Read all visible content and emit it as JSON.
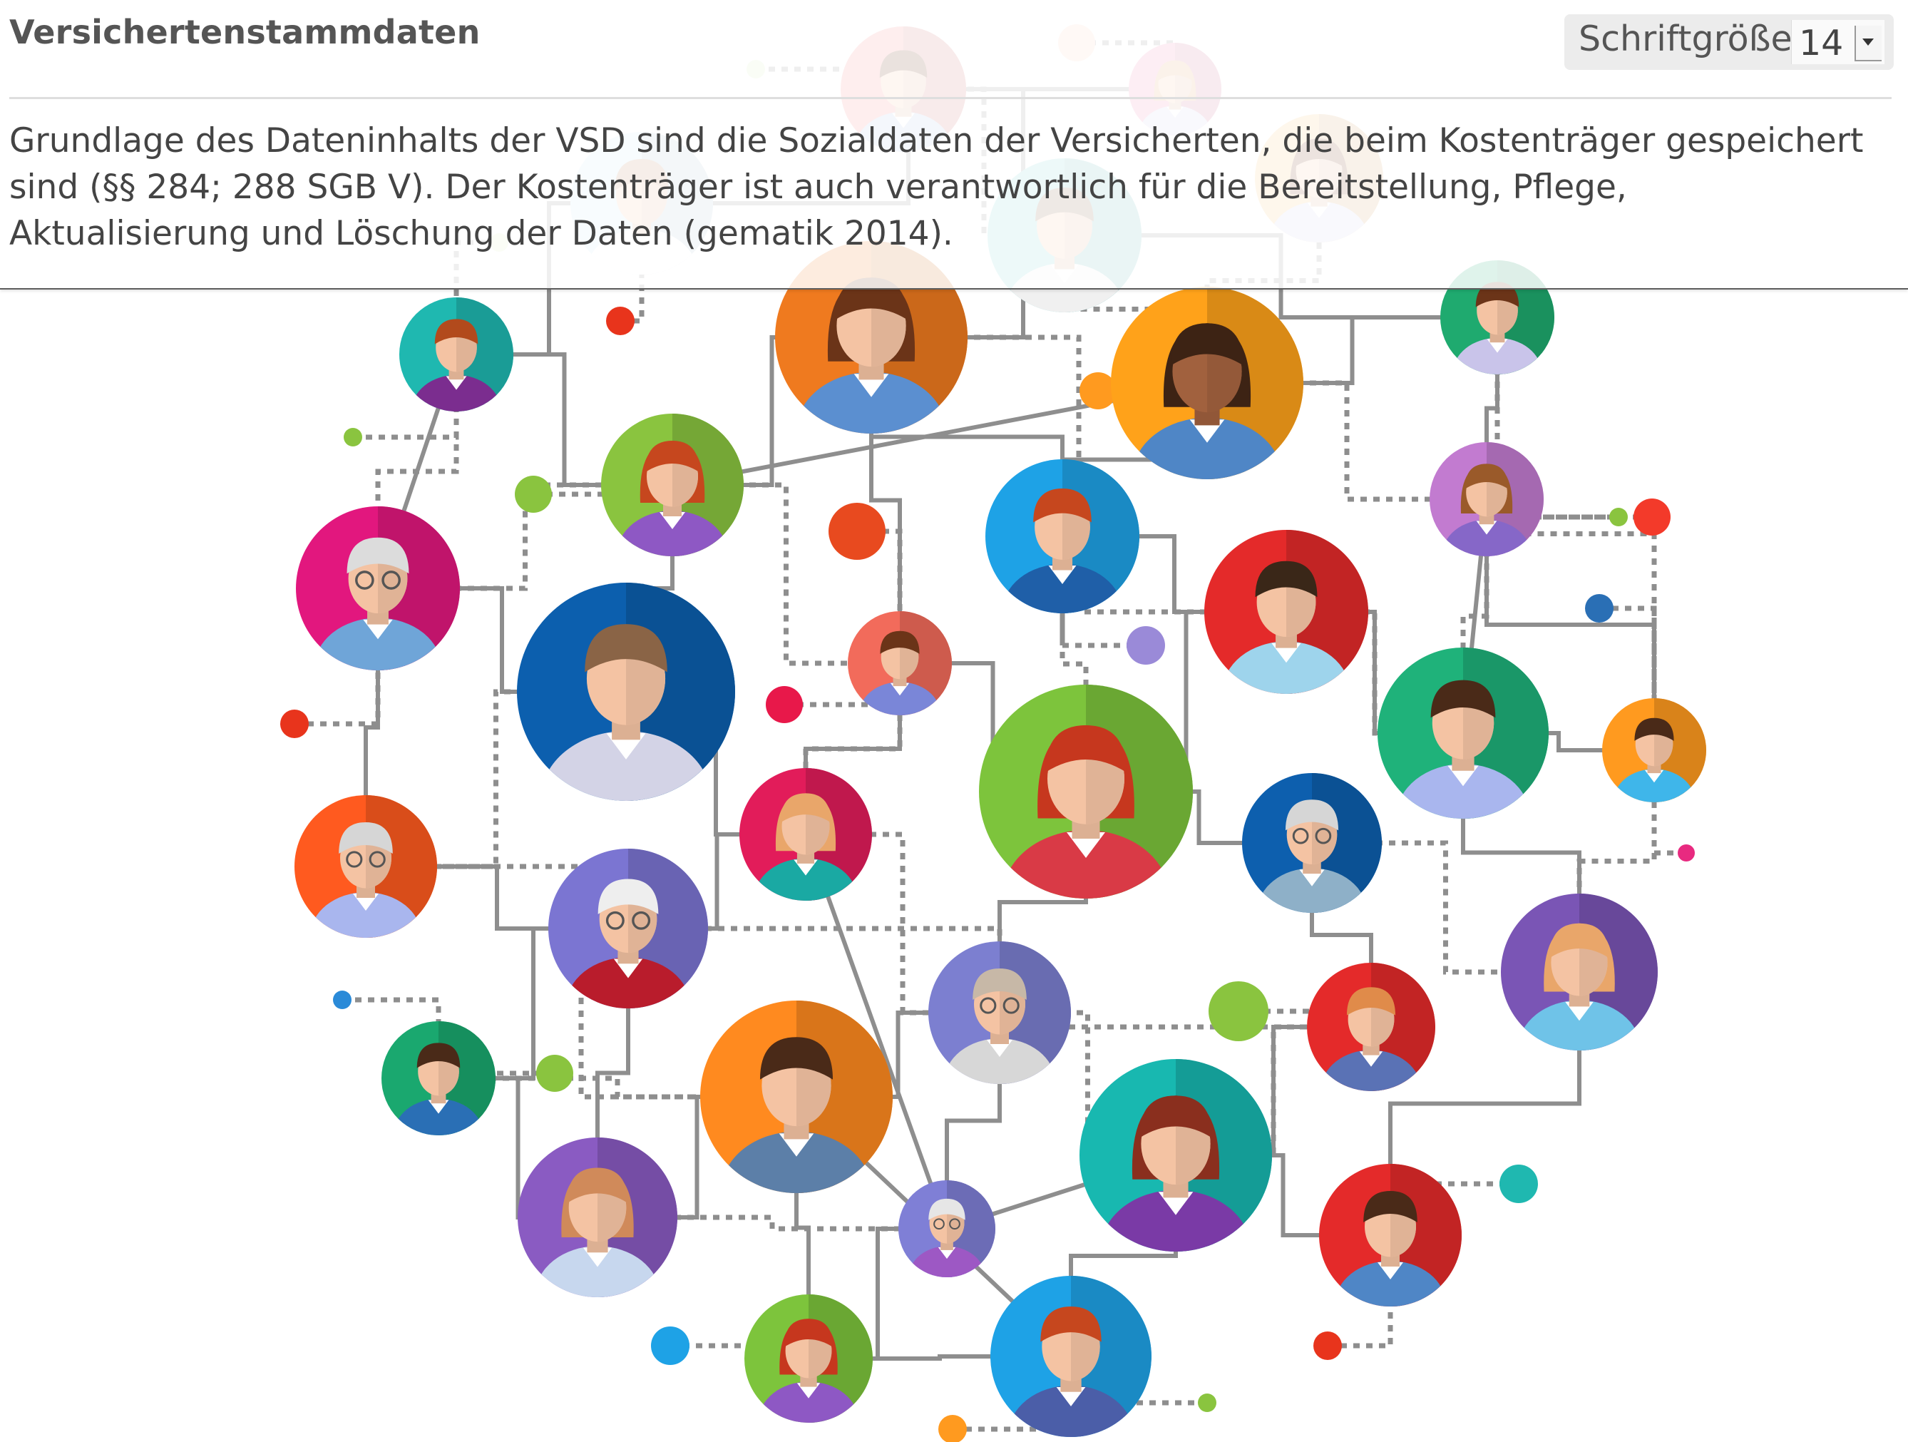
{
  "panel": {
    "title": "Versichertenstammdaten",
    "font_size_label": "Schriftgröße",
    "font_size_value": "14",
    "body_text": "Grundlage des Dateninhalts der VSD sind die Sozialdaten der Versicherten, die beim Kostenträger gespeichert sind (§§ 284; 288 SGB V). Der Kostenträger ist auch verantwortlich für die Bereitstellung, Pflege, Aktualisierung und Löschung der Daten (gematik 2014)."
  },
  "network": {
    "line_color": "#8e8e8e",
    "avatars": [
      {
        "bg": "#1fb8b0",
        "kind": "man",
        "hair": "#b24a1c",
        "shirt": "#7b2d8f"
      },
      {
        "bg": "#ef7a1f",
        "kind": "woman",
        "hair": "#6b3418",
        "shirt": "#5b8fd0"
      },
      {
        "bg": "#ffa21a",
        "kind": "woman",
        "hair": "#3d2314",
        "shirt": "#4f86c6",
        "skin": "#a1613e"
      },
      {
        "bg": "#1faa6f",
        "kind": "man",
        "hair": "#6b3418",
        "shirt": "#c9c4ea"
      },
      {
        "bg": "#8ac43f",
        "kind": "woman",
        "hair": "#c6471e",
        "shirt": "#8e58c4"
      },
      {
        "bg": "#1ea2e6",
        "kind": "man",
        "hair": "#c6471e",
        "shirt": "#1f5fa8"
      },
      {
        "bg": "#c27bd0",
        "kind": "woman",
        "hair": "#9a5a2a",
        "shirt": "#8667c8"
      },
      {
        "bg": "#e2177e",
        "kind": "elder",
        "hair": "#dcdcdc",
        "shirt": "#6fa5d8"
      },
      {
        "bg": "#0c5fae",
        "kind": "man",
        "hair": "#8a6446",
        "shirt": "#d3d3e6"
      },
      {
        "bg": "#f26b5b",
        "kind": "man",
        "hair": "#6b3418",
        "shirt": "#7a86d8"
      },
      {
        "bg": "#e42a2a",
        "kind": "man",
        "hair": "#3a2718",
        "shirt": "#9ed4ec"
      },
      {
        "bg": "#1fb27a",
        "kind": "man",
        "hair": "#4a2a18",
        "shirt": "#a9b6ee"
      },
      {
        "bg": "#ff9a1f",
        "kind": "man",
        "hair": "#4a2a18",
        "shirt": "#3fb6ea"
      },
      {
        "bg": "#ff5a1f",
        "kind": "elder",
        "hair": "#d6d6d6",
        "shirt": "#a9b6ee"
      },
      {
        "bg": "#e21c5a",
        "kind": "woman",
        "hair": "#e9a66a",
        "shirt": "#1aa9a3"
      },
      {
        "bg": "#7dc43c",
        "kind": "woman",
        "hair": "#c6371e",
        "shirt": "#d93a46"
      },
      {
        "bg": "#0d5fae",
        "kind": "elder",
        "hair": "#d6d6d6",
        "shirt": "#8eb0c8"
      },
      {
        "bg": "#7b75d2",
        "kind": "elder",
        "hair": "#eeeeee",
        "shirt": "#b91c2c"
      },
      {
        "bg": "#7a55b5",
        "kind": "woman",
        "hair": "#e9a66a",
        "shirt": "#6fc3e8"
      },
      {
        "bg": "#1aa86f",
        "kind": "man",
        "hair": "#4a2a18",
        "shirt": "#2a6fb5"
      },
      {
        "bg": "#ff8a1f",
        "kind": "man",
        "hair": "#4a2a18",
        "shirt": "#5c7fa8"
      },
      {
        "bg": "#7c7fd0",
        "kind": "elder",
        "hair": "#c7b8a7",
        "shirt": "#d7d7d7"
      },
      {
        "bg": "#e42a2a",
        "kind": "man",
        "hair": "#e08b4a",
        "shirt": "#5a72b5"
      },
      {
        "bg": "#18b8b0",
        "kind": "woman",
        "hair": "#8a2f1e",
        "shirt": "#7a3aa6"
      },
      {
        "bg": "#8a5bc2",
        "kind": "woman",
        "hair": "#d08a5a",
        "shirt": "#c7d7ee"
      },
      {
        "bg": "#e42a2a",
        "kind": "man",
        "hair": "#4a2a18",
        "shirt": "#4f86c6"
      },
      {
        "bg": "#7f7fd6",
        "kind": "elder",
        "hair": "#e6e6e6",
        "shirt": "#9d58c4"
      },
      {
        "bg": "#7dc43c",
        "kind": "woman",
        "hair": "#c6371e",
        "shirt": "#8e58c4"
      },
      {
        "bg": "#1ea2e6",
        "kind": "man",
        "hair": "#c6471e",
        "shirt": "#4b5ea8"
      },
      {
        "bg": "#f28ab0",
        "kind": "woman",
        "hair": "#e2a06a",
        "shirt": "#d0d0f0"
      },
      {
        "bg": "#7fd5d6",
        "kind": "man",
        "hair": "#8a6446",
        "shirt": "#f0f0f0"
      },
      {
        "bg": "#f38a8a",
        "kind": "man",
        "hair": "#6b3418",
        "shirt": "#b0c4e8"
      },
      {
        "bg": "#f8c27a",
        "kind": "woman",
        "hair": "#7a3a1e",
        "shirt": "#d0d0ee"
      },
      {
        "bg": "#cfe6f6",
        "kind": "man",
        "hair": "#c08a62",
        "shirt": "#ffffff"
      }
    ],
    "dots": [
      {
        "color": "#e8341c"
      },
      {
        "color": "#ff9a1f"
      },
      {
        "color": "#8ac43f"
      },
      {
        "color": "#8ac43f"
      },
      {
        "color": "#e84a1f"
      },
      {
        "color": "#f33a2a"
      },
      {
        "color": "#2a6fb5"
      },
      {
        "color": "#9a8ad8"
      },
      {
        "color": "#e8184a"
      },
      {
        "color": "#e8341c"
      },
      {
        "color": "#e82a80"
      },
      {
        "color": "#2a8ad8"
      },
      {
        "color": "#8ac43f"
      },
      {
        "color": "#8ac43f"
      },
      {
        "color": "#1fb8b0"
      },
      {
        "color": "#1ea2e6"
      },
      {
        "color": "#e8341c"
      },
      {
        "color": "#ff9a1f"
      },
      {
        "color": "#8ac43f"
      },
      {
        "color": "#8ac43f"
      },
      {
        "color": "#ffd0c0"
      },
      {
        "color": "#d8f0c0"
      },
      {
        "color": "#e0f0c0"
      }
    ]
  }
}
